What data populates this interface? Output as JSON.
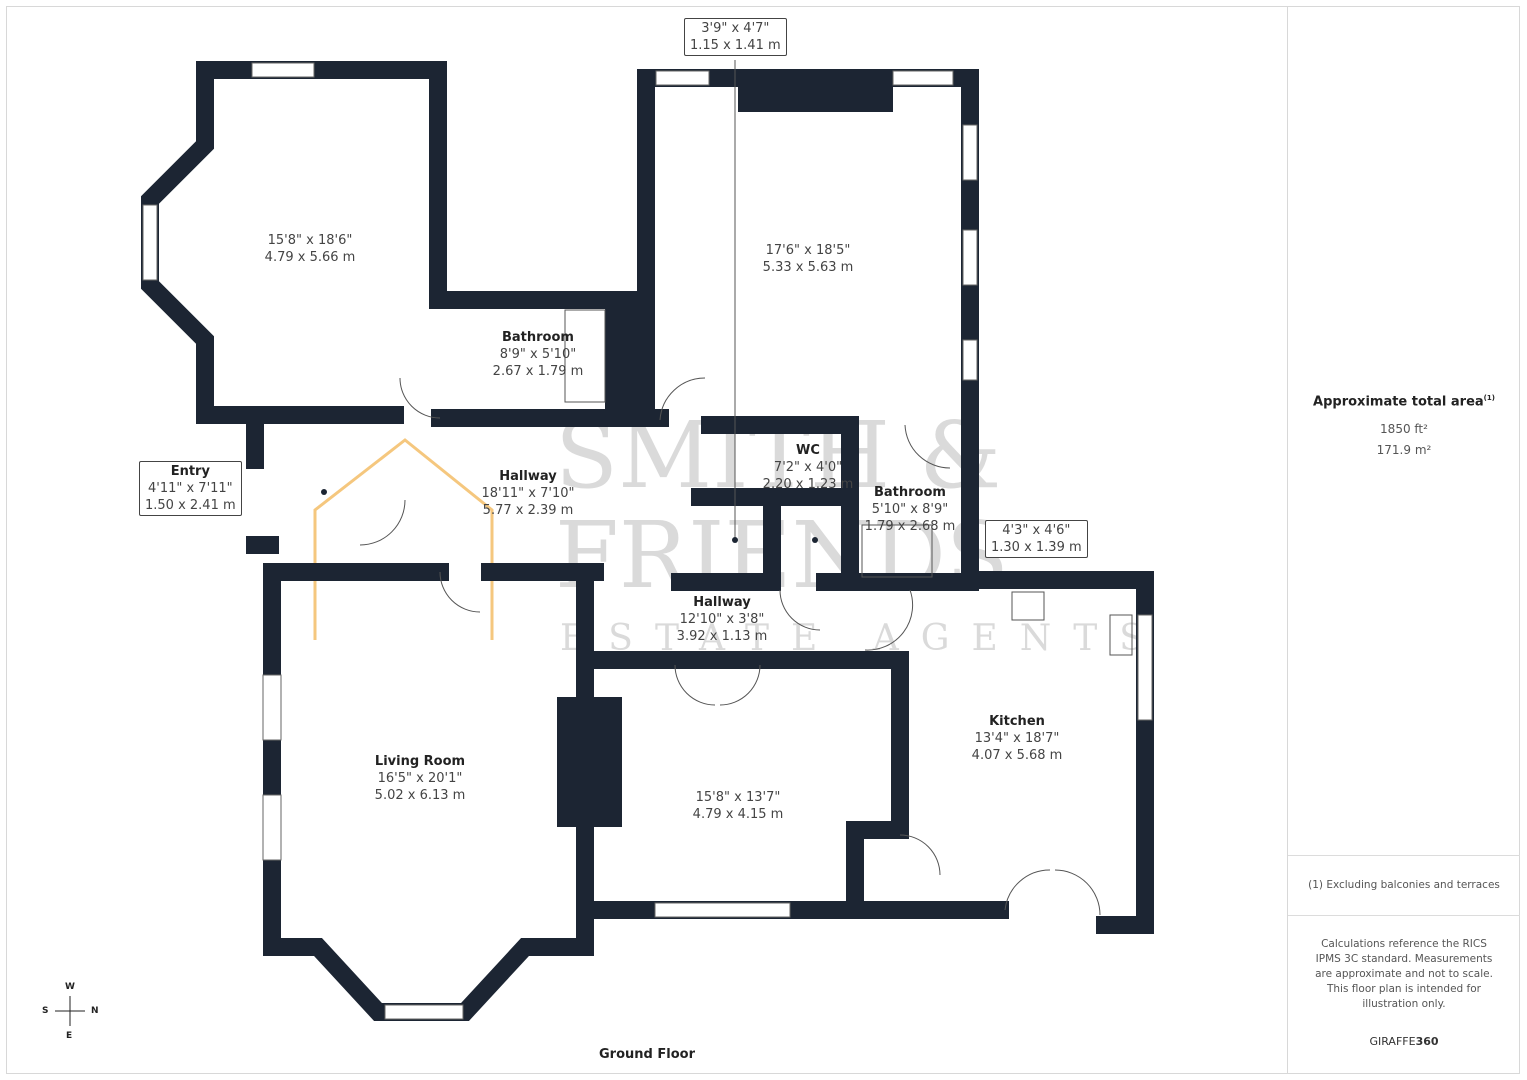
{
  "watermark": {
    "line1": "SMITH &",
    "line2": "FRIENDS",
    "line3": "ESTATE AGENTS"
  },
  "rooms": [
    {
      "name": "",
      "imperial": "15'8\" x 18'6\"",
      "metric": "4.79 x 5.66 m"
    },
    {
      "name": "",
      "imperial": "17'6\" x 18'5\"",
      "metric": "5.33 x 5.63 m"
    },
    {
      "name": "Bathroom",
      "imperial": "8'9\" x 5'10\"",
      "metric": "2.67 x 1.79 m"
    },
    {
      "name": "Hallway",
      "imperial": "18'11\" x 7'10\"",
      "metric": "5.77 x 2.39 m"
    },
    {
      "name": "WC",
      "imperial": "7'2\" x 4'0\"",
      "metric": "2.20 x 1.23 m"
    },
    {
      "name": "Bathroom",
      "imperial": "5'10\" x 8'9\"",
      "metric": "1.79 x 2.68 m"
    },
    {
      "name": "Hallway",
      "imperial": "12'10\" x 3'8\"",
      "metric": "3.92 x 1.13 m"
    },
    {
      "name": "Living Room",
      "imperial": "16'5\" x 20'1\"",
      "metric": "5.02 x 6.13 m"
    },
    {
      "name": "",
      "imperial": "15'8\" x 13'7\"",
      "metric": "4.79 x 4.15 m"
    },
    {
      "name": "Kitchen",
      "imperial": "13'4\" x 18'7\"",
      "metric": "4.07 x 5.68 m"
    }
  ],
  "callouts": [
    {
      "name": "",
      "imperial": "3'9\" x 4'7\"",
      "metric": "1.15 x 1.41 m"
    },
    {
      "name": "Entry",
      "imperial": "4'11\" x 7'11\"",
      "metric": "1.50 x 2.41 m"
    },
    {
      "name": "",
      "imperial": "4'3\" x 4'6\"",
      "metric": "1.30 x 1.39 m"
    }
  ],
  "floor_label": "Ground Floor",
  "compass": {
    "n": "N",
    "s": "S",
    "e": "E",
    "w": "W"
  },
  "sidebar": {
    "area_title": "Approximate total area",
    "area_sup": "(1)",
    "area_ft": "1850 ft²",
    "area_m": "171.9 m²",
    "footnote": "(1) Excluding balconies and terraces",
    "disclaimer": "Calculations reference the RICS IPMS 3C standard. Measurements are approximate and not to scale. This floor plan is intended for illustration only.",
    "brand_a": "GIRAFFE",
    "brand_b": "360"
  },
  "colors": {
    "wall": "#1c2533",
    "logo": "#f5c77e"
  }
}
